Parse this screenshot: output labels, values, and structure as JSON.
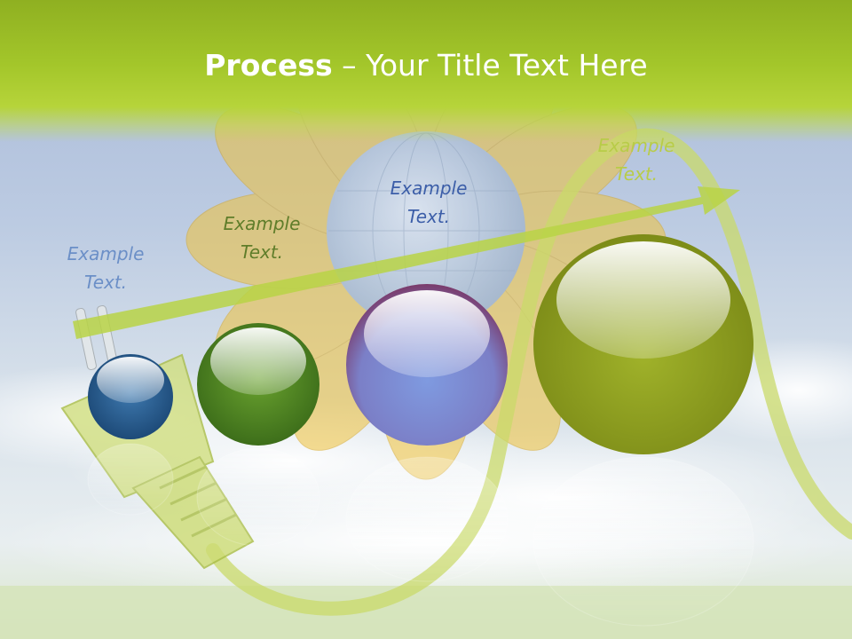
{
  "slide": {
    "title_bold": "Process",
    "title_rest": " – Your Title Text Here",
    "steps": [
      {
        "line1": "Example",
        "line2": "Text.",
        "color": "#6b8fc7",
        "sphere_color": "#2d6192"
      },
      {
        "line1": "Example",
        "line2": "Text.",
        "color": "#5f7d2a",
        "sphere_color": "#4f8a26"
      },
      {
        "line1": "Example",
        "line2": "Text.",
        "color": "#3c5ea8",
        "sphere_color": "#7a86c8"
      },
      {
        "line1": "Example",
        "line2": "Text.",
        "color": "#b8cc48",
        "sphere_color": "#8fa01f"
      }
    ]
  },
  "colors": {
    "title_band": "#a3c62a",
    "arrow": "#b8d445",
    "sunflower": "#f0c23a"
  },
  "icons": [
    "sunflower-image",
    "power-plug-image",
    "progress-arrow-icon"
  ]
}
